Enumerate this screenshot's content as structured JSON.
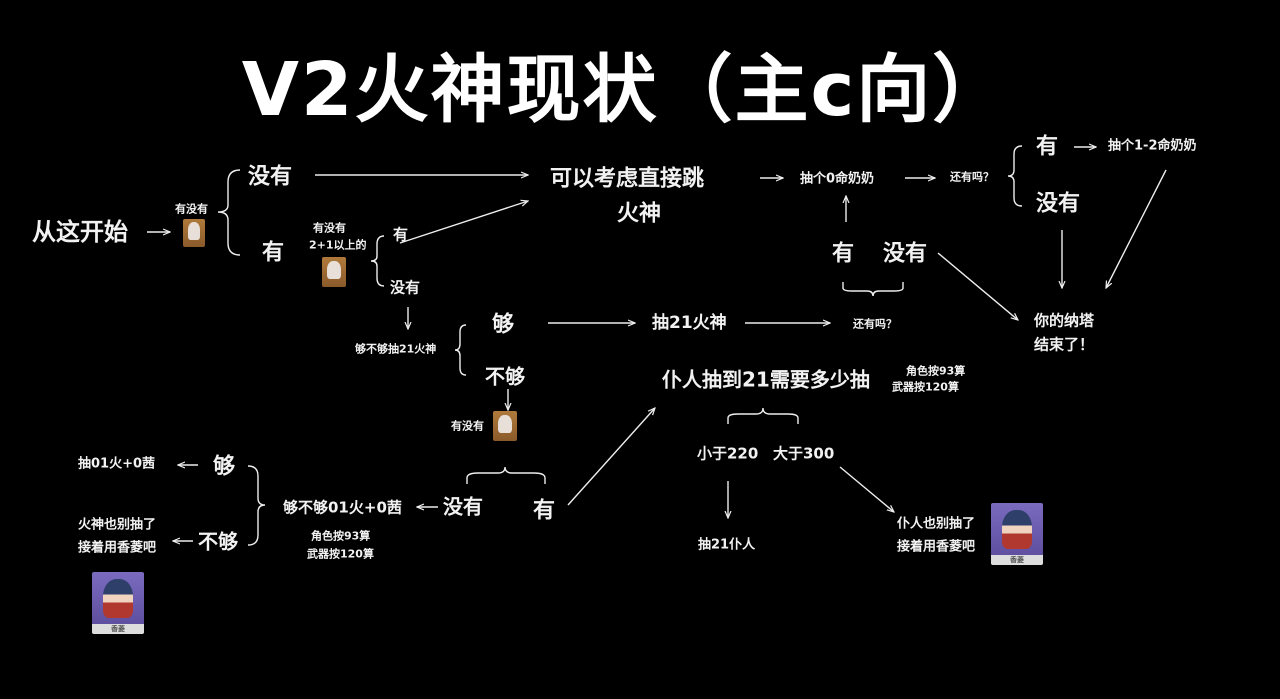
{
  "title": "V2火神现状（主c向）",
  "nodes": {
    "start": "从这开始",
    "q_have_char1": "有没有",
    "no_1": "没有",
    "yes_1": "有",
    "consider_skip_1": "可以考虑直接跳",
    "consider_skip_2": "火神",
    "q_have_21_1": "有没有",
    "q_have_21_2": "2+1以上的",
    "yes_2": "有",
    "no_2": "没有",
    "q_enough_21": "够不够抽21火神",
    "enough_1": "够",
    "not_enough_1": "不够",
    "pull_21_fire": "抽21火神",
    "still_have_1": "还有吗？",
    "yes_3": "有",
    "no_3": "没有",
    "pull_c0_granny": "抽个0命奶奶",
    "still_have_2": "还有吗？",
    "yes_4": "有",
    "pull_c12_granny": "抽个1-2命奶奶",
    "no_4": "没有",
    "natlan_over_1": "你的纳塔",
    "natlan_over_2": "结束了！",
    "q_have_char2": "有没有",
    "yes_5": "有",
    "no_5": "没有",
    "harbinger_question": "仆人抽到21需要多少抽",
    "note_char_93_a": "角色按93算",
    "note_weap_120_a": "武器按120算",
    "lt220": "小于220",
    "gt300": "大于300",
    "pull_21_harbinger": "抽21仆人",
    "skip_harbinger_1": "仆人也别抽了",
    "skip_harbinger_2": "接着用香菱吧",
    "q_enough_01": "够不够01火+0茜",
    "note_char_93_b": "角色按93算",
    "note_weap_120_b": "武器按120算",
    "enough_2": "够",
    "pull_01": "抽01火+0茜",
    "not_enough_2": "不够",
    "skip_fire_1": "火神也别抽了",
    "skip_fire_2": "接着用香菱吧"
  },
  "portraits": {
    "xiangling": "香菱"
  },
  "colors": {
    "background": "#000000",
    "text": "#f2f2f2"
  }
}
